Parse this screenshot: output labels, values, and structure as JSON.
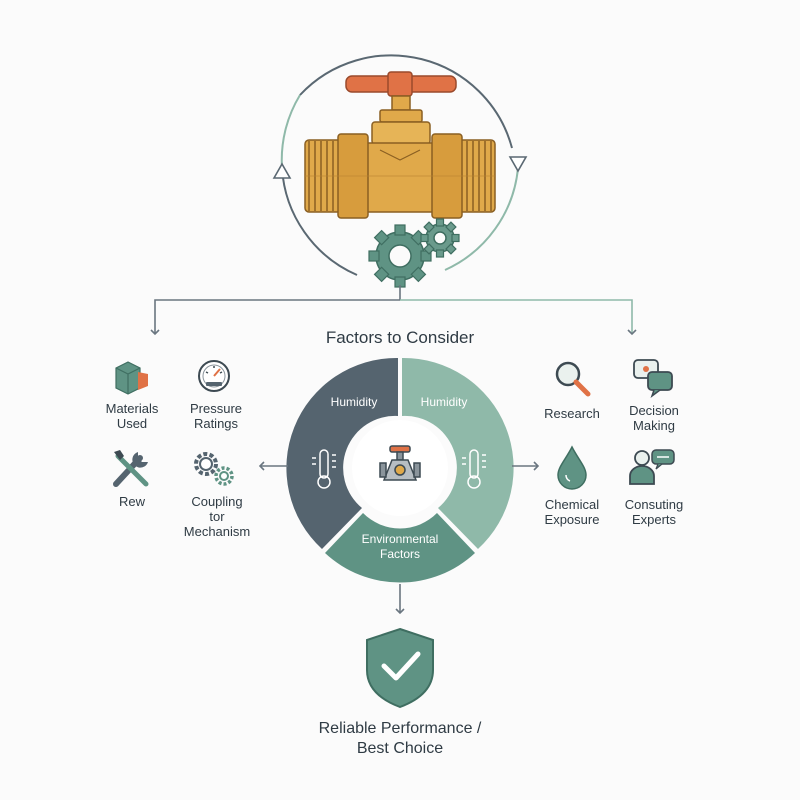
{
  "title": "Factors to Consider",
  "center": {
    "segment_left": "Humidity",
    "segment_right": "Humidity",
    "segment_bottom_line1": "Environmental",
    "segment_bottom_line2": "Factors"
  },
  "left_factors": [
    {
      "line1": "Materials",
      "line2": "Used",
      "icon": "materials-cube-icon"
    },
    {
      "line1": "Pressure",
      "line2": "Ratings",
      "icon": "pressure-gauge-icon"
    },
    {
      "line1": "Rew",
      "line2": "",
      "icon": "wrench-screwdriver-icon"
    },
    {
      "line1": "Coupling",
      "line2": "tor",
      "line3": "Mechanism",
      "icon": "gears-icon"
    }
  ],
  "right_factors": [
    {
      "line1": "Research",
      "line2": "",
      "icon": "magnifier-icon"
    },
    {
      "line1": "Decision",
      "line2": "Making",
      "icon": "chat-bubbles-icon"
    },
    {
      "line1": "Chemical",
      "line2": "Exposure",
      "icon": "droplet-icon"
    },
    {
      "line1": "Consuting",
      "line2": "Experts",
      "icon": "expert-icon"
    }
  ],
  "result": {
    "line1": "Reliable Performance /",
    "line2": "Best Choice",
    "icon": "shield-check-icon"
  },
  "colors": {
    "brass": "#e0a94a",
    "brass_dark": "#b98231",
    "handle": "#e07246",
    "slate": "#55646f",
    "teal": "#5f9384",
    "teal_light": "#8fb9a9",
    "arrow": "#6a7680"
  }
}
